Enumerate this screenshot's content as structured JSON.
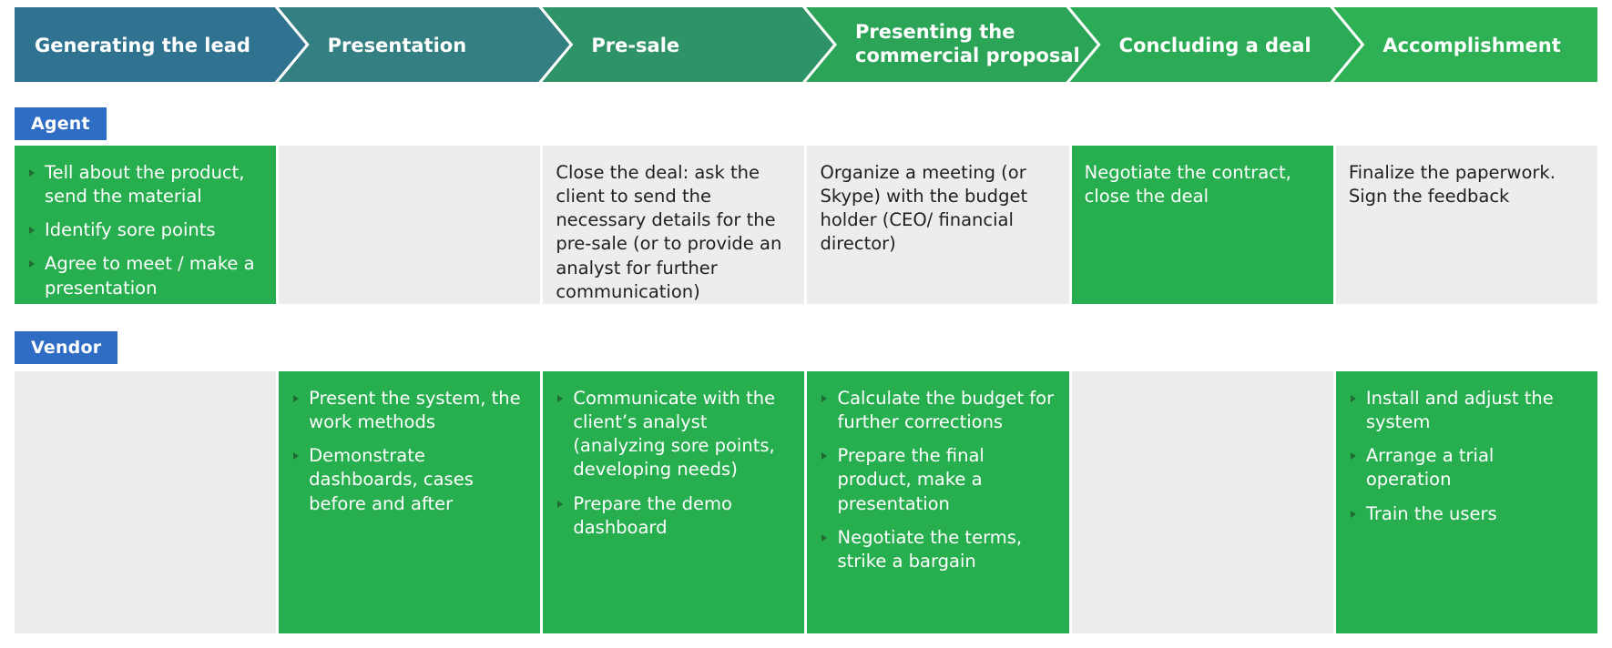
{
  "stages": {
    "items": [
      {
        "label": "Generating the lead",
        "color": "#2f7390"
      },
      {
        "label": "Presentation",
        "color": "#337f81"
      },
      {
        "label": "Pre-sale",
        "color": "#2f9368"
      },
      {
        "label": "Presenting the\ncommercial proposal",
        "color": "#2ba457"
      },
      {
        "label": "Concluding a deal",
        "color": "#2bab55"
      },
      {
        "label": "Accomplishment",
        "color": "#2eb155"
      }
    ]
  },
  "roles": {
    "agent_label": "Agent",
    "vendor_label": "Vendor",
    "chip_color": "#2f6cc4"
  },
  "colors": {
    "green_cell": "#27ae4f",
    "gray_cell": "#ededed",
    "bullet_marker": "#1f6b33",
    "text_dark": "#1f1f1f",
    "text_light": "#ffffff"
  },
  "agent_row": {
    "cells": [
      {
        "style": "green",
        "bullets": [
          "Tell about the product, send the material",
          "Identify sore points",
          "Agree to meet / make a presentation"
        ],
        "paragraph": ""
      },
      {
        "style": "empty",
        "bullets": [],
        "paragraph": ""
      },
      {
        "style": "gray",
        "bullets": [],
        "paragraph": "Close the deal: ask the client to send the necessary details for the pre-sale (or to provide an analyst for further communication)"
      },
      {
        "style": "gray",
        "bullets": [],
        "paragraph": "Organize a meeting (or Skype) with the budget holder (CEO/ financial director)"
      },
      {
        "style": "green",
        "bullets": [],
        "paragraph": "Negotiate the contract, close the deal"
      },
      {
        "style": "gray",
        "bullets": [],
        "paragraph": "Finalize the paperwork. Sign the feedback"
      }
    ]
  },
  "vendor_row": {
    "cells": [
      {
        "style": "empty",
        "bullets": [],
        "paragraph": ""
      },
      {
        "style": "green",
        "bullets": [
          "Present the system, the work methods",
          "Demonstrate dashboards, cases before and after"
        ],
        "paragraph": ""
      },
      {
        "style": "green",
        "bullets": [
          "Communicate with the client’s analyst (analyzing sore points, developing needs)",
          "Prepare the demo dashboard"
        ],
        "paragraph": ""
      },
      {
        "style": "green",
        "bullets": [
          "Calculate the budget for further corrections",
          "Prepare the final product, make a presentation",
          "Negotiate the terms, strike a bargain"
        ],
        "paragraph": ""
      },
      {
        "style": "empty",
        "bullets": [],
        "paragraph": ""
      },
      {
        "style": "green",
        "bullets": [
          "Install and adjust the system",
          "Arrange a trial operation",
          "Train the users"
        ],
        "paragraph": ""
      }
    ]
  }
}
